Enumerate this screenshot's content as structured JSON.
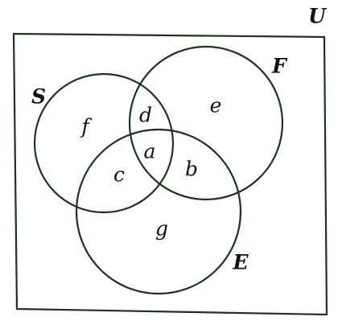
{
  "diagram": {
    "universe_label": "U",
    "sets": [
      {
        "id": "S",
        "label": "S"
      },
      {
        "id": "F",
        "label": "F"
      },
      {
        "id": "E",
        "label": "E"
      }
    ],
    "regions": [
      {
        "id": "only_S",
        "label": "f",
        "members": [
          "S"
        ]
      },
      {
        "id": "only_F",
        "label": "e",
        "members": [
          "F"
        ]
      },
      {
        "id": "only_E",
        "label": "g",
        "members": [
          "E"
        ]
      },
      {
        "id": "S_F",
        "label": "d",
        "members": [
          "S",
          "F"
        ]
      },
      {
        "id": "S_E",
        "label": "c",
        "members": [
          "S",
          "E"
        ]
      },
      {
        "id": "F_E",
        "label": "b",
        "members": [
          "F",
          "E"
        ]
      },
      {
        "id": "S_F_E",
        "label": "a",
        "members": [
          "S",
          "F",
          "E"
        ]
      }
    ]
  }
}
